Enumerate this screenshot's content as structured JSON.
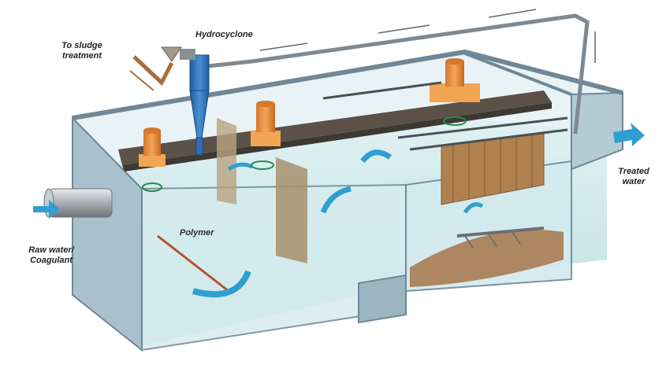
{
  "labels": {
    "hydrocyclone": "Hydrocyclone",
    "sludge": "To sludge\ntreatment",
    "polymer": "Polymer",
    "raw_water": "Raw water/\nCoagulant",
    "treated_water": "Treated\nwater"
  },
  "colors": {
    "water": "#cfe8ea",
    "water_deep": "#b6dadd",
    "tank_wall": "#8fa9b7",
    "tank_wall_dark": "#6f8797",
    "bridge": "#5b5149",
    "motor": "#e8893a",
    "motor_base": "#f2a552",
    "arrow": "#2f9fd0",
    "sludge": "#a87b52",
    "hydrocyclone": "#2f6fb5",
    "pipe": "#808890"
  },
  "icons": [
    "flow-arrow-icon",
    "mixer-motor-icon",
    "hydrocyclone-icon",
    "lamella-settler-icon",
    "scraper-icon"
  ]
}
